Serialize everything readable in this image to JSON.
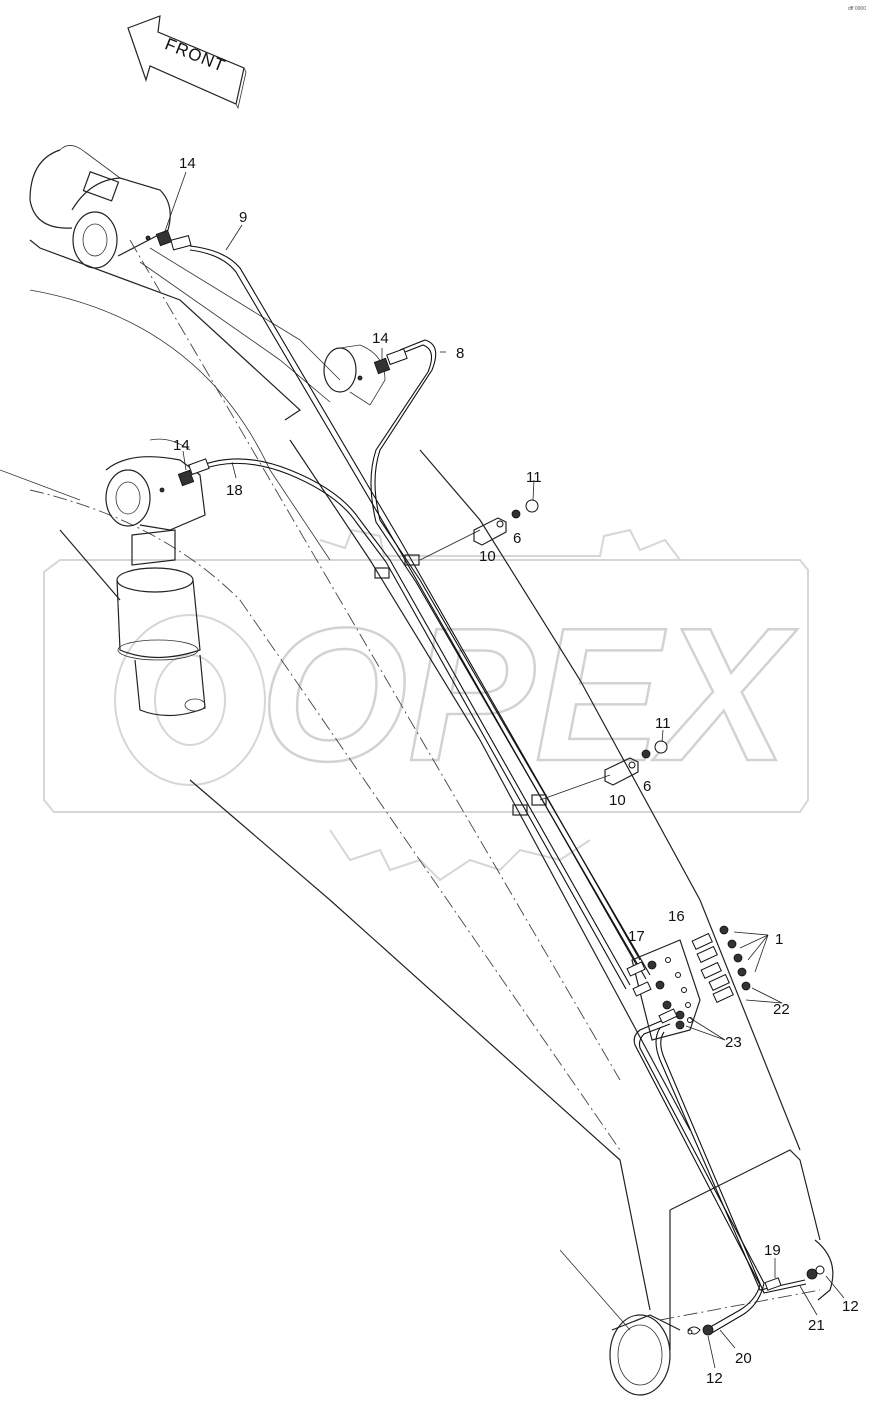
{
  "diagram": {
    "direction_label": "FRONT",
    "watermark": "OPEX",
    "corner_mark": "dff 0000",
    "callouts": [
      {
        "id": "c14a",
        "text": "14"
      },
      {
        "id": "c9",
        "text": "9"
      },
      {
        "id": "c14b",
        "text": "14"
      },
      {
        "id": "c8",
        "text": "8"
      },
      {
        "id": "c14c",
        "text": "14"
      },
      {
        "id": "c18",
        "text": "18"
      },
      {
        "id": "c11a",
        "text": "11"
      },
      {
        "id": "c6a",
        "text": "6"
      },
      {
        "id": "c10a",
        "text": "10"
      },
      {
        "id": "c11b",
        "text": "11"
      },
      {
        "id": "c6b",
        "text": "6"
      },
      {
        "id": "c10b",
        "text": "10"
      },
      {
        "id": "c16",
        "text": "16"
      },
      {
        "id": "c1",
        "text": "1"
      },
      {
        "id": "c17",
        "text": "17"
      },
      {
        "id": "c22",
        "text": "22"
      },
      {
        "id": "c23",
        "text": "23"
      },
      {
        "id": "c19",
        "text": "19"
      },
      {
        "id": "c12a",
        "text": "12"
      },
      {
        "id": "c21",
        "text": "21"
      },
      {
        "id": "c20",
        "text": "20"
      },
      {
        "id": "c12b",
        "text": "12"
      }
    ]
  }
}
